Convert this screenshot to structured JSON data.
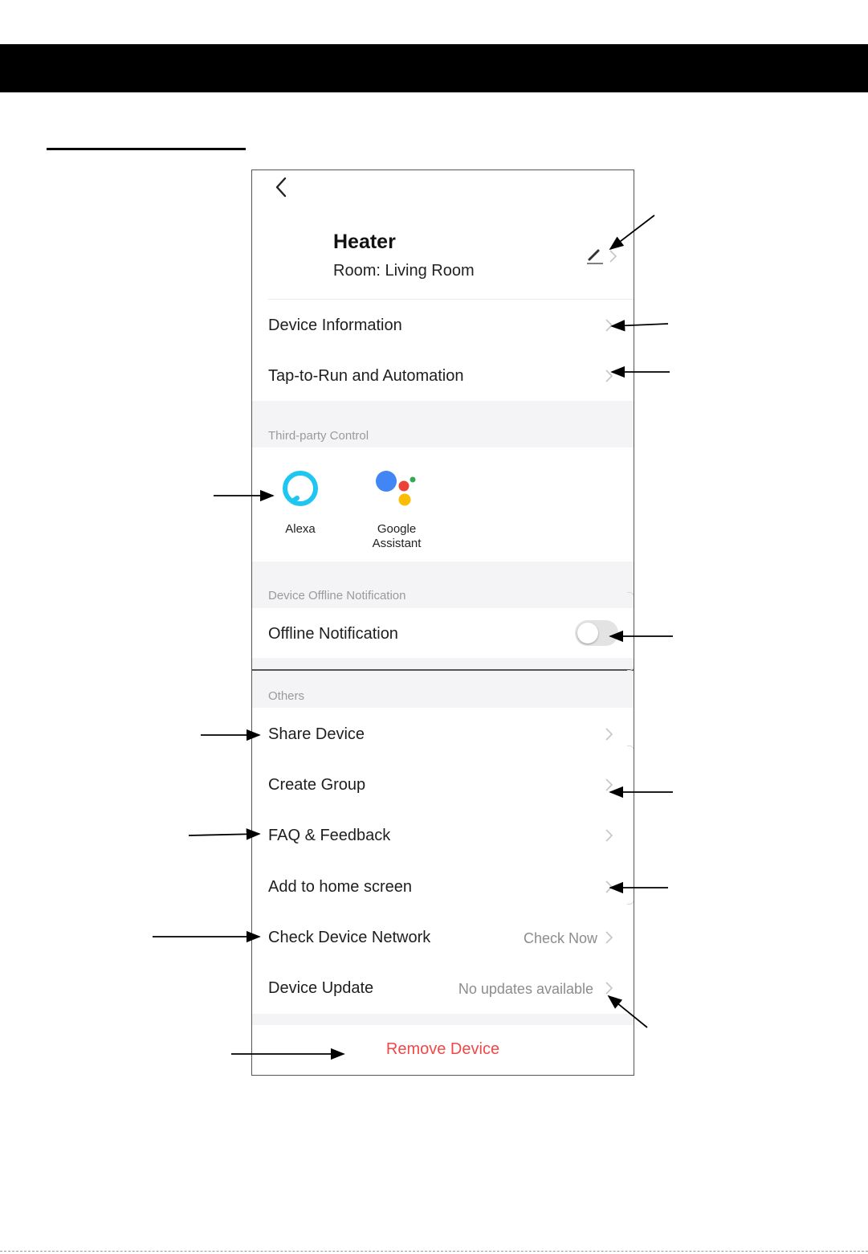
{
  "header": {
    "device_name": "Heater",
    "room": "Room: Living Room"
  },
  "menu_top": [
    {
      "label": "Device Information"
    },
    {
      "label": "Tap-to-Run and Automation"
    }
  ],
  "third_party": {
    "section_label": "Third-party Control",
    "alexa_label": "Alexa",
    "google_label_line1": "Google",
    "google_label_line2": "Assistant"
  },
  "offline": {
    "section_label": "Device Offline Notification",
    "label": "Offline Notification",
    "enabled": false
  },
  "others": {
    "section_label": "Others",
    "items": [
      {
        "label": "Share Device"
      },
      {
        "label": "Create Group"
      },
      {
        "label": "FAQ & Feedback"
      },
      {
        "label": "Add to home screen"
      },
      {
        "label": "Check Device Network",
        "value": "Check Now"
      },
      {
        "label": "Device Update",
        "value": "No updates available"
      }
    ]
  },
  "remove_label": "Remove Device",
  "icons": {
    "back": "back-chevron-icon",
    "edit": "pencil-icon",
    "chevron": "chevron-right-icon",
    "alexa": "alexa-icon",
    "google": "google-assistant-icon"
  },
  "colors": {
    "danger": "#f04848",
    "alexa_blue": "#1ec6f0",
    "google_blue": "#4285f4",
    "google_red": "#ea4335",
    "google_yellow": "#fbbc05",
    "google_green": "#34a853"
  }
}
